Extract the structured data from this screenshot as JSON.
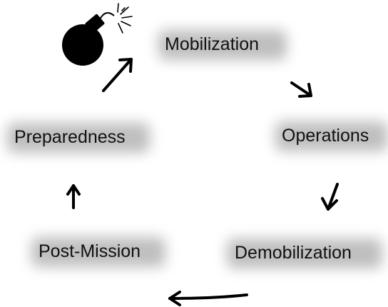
{
  "cycle": {
    "stages": [
      {
        "id": "mobilization",
        "label": "Mobilization"
      },
      {
        "id": "operations",
        "label": "Operations"
      },
      {
        "id": "demobilization",
        "label": "Demobilization"
      },
      {
        "id": "post-mission",
        "label": "Post-Mission"
      },
      {
        "id": "preparedness",
        "label": "Preparedness"
      }
    ],
    "icon": "bomb-icon",
    "arrow_color": "#000000",
    "halo_color": "#8a8a8a"
  }
}
